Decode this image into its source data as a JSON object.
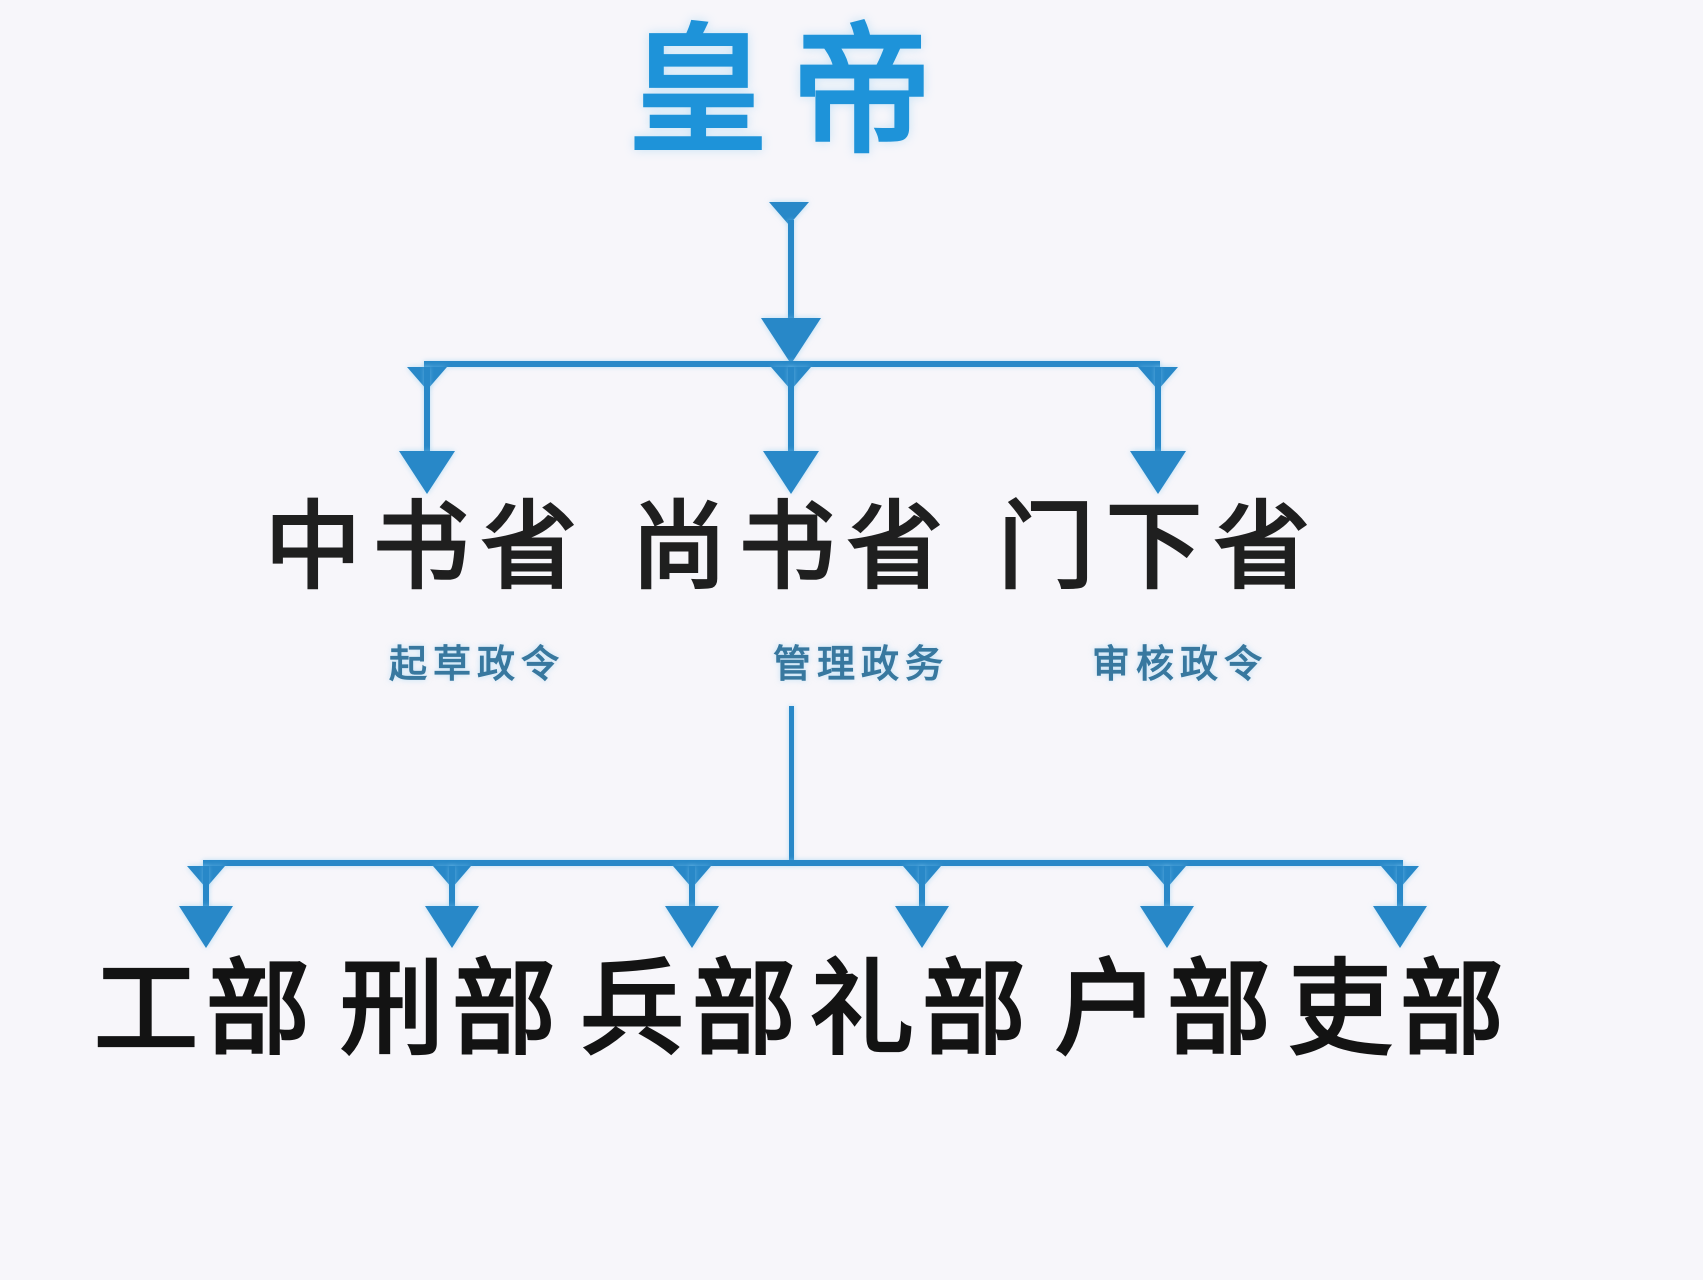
{
  "page": {
    "background_color": "#f7f6fa",
    "arrow_color": "#2888c8",
    "title_color": "#1e93d9",
    "department_text_color": "#1f1f1f",
    "subtitle_text_color": "#38789f",
    "ministry_text_color": "#131313"
  },
  "root": {
    "label": "皇帝"
  },
  "departments": [
    {
      "label": "中书省",
      "subtitle": "起草政令"
    },
    {
      "label": "尚书省",
      "subtitle": "管理政务"
    },
    {
      "label": "门下省",
      "subtitle": "审核政令"
    }
  ],
  "ministries": [
    {
      "label": "工部"
    },
    {
      "label": "刑部"
    },
    {
      "label": "兵部"
    },
    {
      "label": "礼部"
    },
    {
      "label": "户部"
    },
    {
      "label": "吏部"
    }
  ]
}
